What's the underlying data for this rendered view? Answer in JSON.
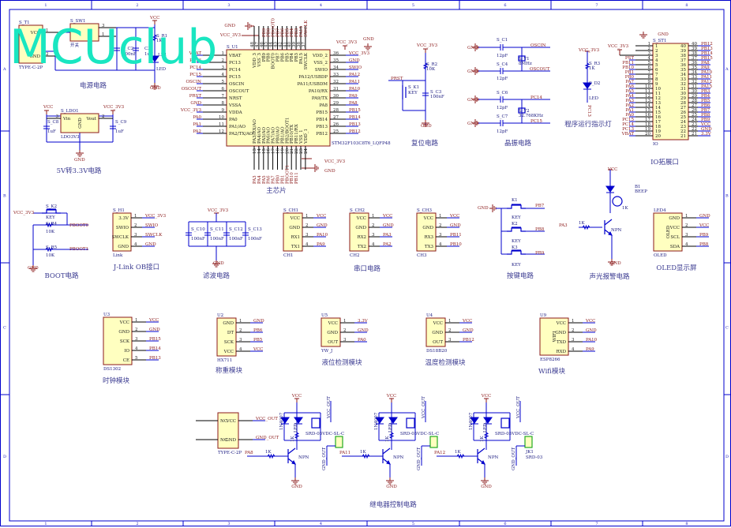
{
  "watermark": "MCUclub",
  "frame": {
    "columns": [
      "1",
      "2",
      "3",
      "4",
      "5",
      "6",
      "7",
      "8"
    ],
    "rows": [
      "A",
      "B",
      "C",
      "D"
    ]
  },
  "colors": {
    "wire": "#0000cc",
    "net": "#8b1a1a",
    "chip_fill": "#ffffc0",
    "watermark": "#19e6c1",
    "title": "#3a3a90"
  },
  "sections": {
    "power": "电源电路",
    "ldo": "5V转3.3V电路",
    "mcu": "主芯片",
    "reset": "复位电路",
    "crystal": "晶振电路",
    "led": "程序运行指示灯",
    "io": "IO拓展口",
    "boot": "BOOT电路",
    "jlink": "J-Link OB接口",
    "filter": "滤波电路",
    "uart": "串口电路",
    "keys": "按键电路",
    "alarm": "声光报警电路",
    "oled": "OLED显示屏",
    "clock": "时钟模块",
    "weight": "称重模块",
    "level": "液位检测模块",
    "temp": "温度检测模块",
    "wifi": "Wifi模块",
    "relay": "继电器控制电路"
  },
  "components": [
    {
      "ref": "S_U1",
      "part": "STM32F103C8T6_LQFP48",
      "left": [
        {
          "pin": "VBAT",
          "num": "1",
          "net": "VBAT"
        },
        {
          "pin": "PC13",
          "num": "2",
          "net": "PC13"
        },
        {
          "pin": "PC14",
          "num": "3",
          "net": "PC14"
        },
        {
          "pin": "PC15",
          "num": "4",
          "net": "PC15"
        },
        {
          "pin": "OSCIN",
          "num": "5",
          "net": "OSCIN"
        },
        {
          "pin": "OSCOUT",
          "num": "6",
          "net": "OSCOUT"
        },
        {
          "pin": "NRST",
          "num": "7",
          "net": "PRST"
        },
        {
          "pin": "VSSA",
          "num": "8",
          "net": "GND"
        },
        {
          "pin": "VDDA",
          "num": "9",
          "net": "VCC_3V3"
        },
        {
          "pin": "PA0",
          "num": "10",
          "net": "PA0"
        },
        {
          "pin": "PA1/AO",
          "num": "11",
          "net": "PA1"
        },
        {
          "pin": "PA2/TX/AO",
          "num": "12",
          "net": "PA2"
        }
      ],
      "right": [
        {
          "pin": "VDD_2",
          "num": "36",
          "net": "VCC_3V3"
        },
        {
          "pin": "VSS_2",
          "num": "35",
          "net": "GND"
        },
        {
          "pin": "SWIO",
          "num": "34",
          "net": "SWIO"
        },
        {
          "pin": "PA12/USBDP",
          "num": "33",
          "net": "PA12"
        },
        {
          "pin": "PA11/USBDM",
          "num": "32",
          "net": "PA11"
        },
        {
          "pin": "PA10/RX",
          "num": "31",
          "net": "PA10"
        },
        {
          "pin": "PA9/TX",
          "num": "30",
          "net": "PA9"
        },
        {
          "pin": "PA8",
          "num": "29",
          "net": "PA8"
        },
        {
          "pin": "PB15",
          "num": "28",
          "net": "PB15"
        },
        {
          "pin": "PB14",
          "num": "27",
          "net": "PB14"
        },
        {
          "pin": "PB13",
          "num": "26",
          "net": "PB13"
        },
        {
          "pin": "PB12",
          "num": "25",
          "net": "PB12"
        }
      ],
      "top": [
        {
          "pin": "VDD_3",
          "num": "48",
          "net": ""
        },
        {
          "pin": "VSS_3",
          "num": "47",
          "net": ""
        },
        {
          "pin": "PB9",
          "num": "46",
          "net": "PB9"
        },
        {
          "pin": "PB8",
          "num": "45",
          "net": "PB8"
        },
        {
          "pin": "BOOT0",
          "num": "44",
          "net": "PBOOT0"
        },
        {
          "pin": "PB7",
          "num": "43",
          "net": "PB7"
        },
        {
          "pin": "PB6",
          "num": "42",
          "net": "PB6"
        },
        {
          "pin": "PB5",
          "num": "41",
          "net": "PB5"
        },
        {
          "pin": "PB4",
          "num": "40",
          "net": "PB4"
        },
        {
          "pin": "PB3",
          "num": "39",
          "net": "PB3"
        },
        {
          "pin": "PA15",
          "num": "38",
          "net": "PA15"
        },
        {
          "pin": "SWCLK",
          "num": "37",
          "net": "SWCLK"
        }
      ],
      "bottom": [
        {
          "pin": "PA3/RX/AO",
          "num": "13",
          "net": "PA3"
        },
        {
          "pin": "PA4/AO",
          "num": "14",
          "net": "PA4"
        },
        {
          "pin": "PA5/AO",
          "num": "15",
          "net": "PA5"
        },
        {
          "pin": "PA6/AO",
          "num": "16",
          "net": "PA6"
        },
        {
          "pin": "PA7/AO",
          "num": "17",
          "net": "PA7"
        },
        {
          "pin": "PB0/AO",
          "num": "18",
          "net": "PB0"
        },
        {
          "pin": "PB1/AO",
          "num": "19",
          "net": "PB1"
        },
        {
          "pin": "PB2/BOOT1",
          "num": "20",
          "net": "PBOOT1"
        },
        {
          "pin": "PB10/TX",
          "num": "21",
          "net": "PB10"
        },
        {
          "pin": "PB11/RX",
          "num": "22",
          "net": "PB11"
        },
        {
          "pin": "VSS_1",
          "num": "23",
          "net": ""
        },
        {
          "pin": "VDD_1",
          "num": "24",
          "net": ""
        }
      ],
      "extra": [
        "GND",
        "VCC_3V3",
        "VCC_3V3",
        "GND",
        "VCC_3V3",
        "GND"
      ]
    },
    {
      "ref": "S_ST1",
      "part": "IO",
      "left": [
        {
          "pin": "1",
          "num": "1",
          "net": ""
        },
        {
          "pin": "2",
          "num": "2",
          "net": ""
        },
        {
          "pin": "3",
          "num": "3",
          "net": ""
        },
        {
          "pin": "4",
          "num": "4",
          "net": "PST"
        },
        {
          "pin": "5",
          "num": "5",
          "net": "PB11"
        },
        {
          "pin": "6",
          "num": "6",
          "net": "PB10"
        },
        {
          "pin": "7",
          "num": "7",
          "net": "PB1"
        },
        {
          "pin": "8",
          "num": "8",
          "net": "PB0"
        },
        {
          "pin": "9",
          "num": "9",
          "net": "PA7"
        },
        {
          "pin": "10",
          "num": "10",
          "net": "PA6"
        },
        {
          "pin": "11",
          "num": "11",
          "net": "PA5"
        },
        {
          "pin": "12",
          "num": "12",
          "net": "PA4"
        },
        {
          "pin": "13",
          "num": "13",
          "net": "PA3"
        },
        {
          "pin": "14",
          "num": "14",
          "net": "PA2"
        },
        {
          "pin": "15",
          "num": "15",
          "net": "PA1"
        },
        {
          "pin": "16",
          "num": "16",
          "net": "PA0"
        },
        {
          "pin": "17",
          "num": "17",
          "net": "PC15"
        },
        {
          "pin": "18",
          "num": "18",
          "net": "PC14"
        },
        {
          "pin": "19",
          "num": "19",
          "net": "PC13"
        },
        {
          "pin": "20",
          "num": "20",
          "net": "VBAT"
        }
      ],
      "right": [
        {
          "pin": "40",
          "num": "40",
          "net": "PB12"
        },
        {
          "pin": "39",
          "num": "39",
          "net": "PB13"
        },
        {
          "pin": "38",
          "num": "38",
          "net": "PB14"
        },
        {
          "pin": "37",
          "num": "37",
          "net": "PB15"
        },
        {
          "pin": "36",
          "num": "36",
          "net": "PA8"
        },
        {
          "pin": "35",
          "num": "35",
          "net": "PA9"
        },
        {
          "pin": "34",
          "num": "34",
          "net": "PA10"
        },
        {
          "pin": "33",
          "num": "33",
          "net": "PA11"
        },
        {
          "pin": "32",
          "num": "32",
          "net": "PA12"
        },
        {
          "pin": "31",
          "num": "31",
          "net": "PA15"
        },
        {
          "pin": "30",
          "num": "30",
          "net": "PB3"
        },
        {
          "pin": "29",
          "num": "29",
          "net": "PB4"
        },
        {
          "pin": "28",
          "num": "28",
          "net": "PB5"
        },
        {
          "pin": "27",
          "num": "27",
          "net": "PB6"
        },
        {
          "pin": "26",
          "num": "26",
          "net": "PB7"
        },
        {
          "pin": "25",
          "num": "25",
          "net": "PB8"
        },
        {
          "pin": "24",
          "num": "24",
          "net": "PB9"
        },
        {
          "pin": "23",
          "num": "23",
          "net": "VCC"
        },
        {
          "pin": "22",
          "num": "22",
          "net": "GND"
        },
        {
          "pin": "21",
          "num": "21",
          "net": "3.3V"
        }
      ],
      "extra": [
        "GND",
        "VCC_3V3"
      ]
    },
    {
      "ref": "S_H1",
      "part": "Link",
      "right": [
        {
          "pin": "3.3V",
          "num": "1",
          "net": "VCC_3V3"
        },
        {
          "pin": "SWIO",
          "num": "2",
          "net": "SWIO"
        },
        {
          "pin": "SWCLK",
          "num": "3",
          "net": "SWCLK"
        },
        {
          "pin": "GND",
          "num": "4",
          "net": "GND"
        }
      ]
    },
    {
      "ref": "S_CH1",
      "part": "CH1",
      "right": [
        {
          "pin": "VCC",
          "num": "1",
          "net": "VCC"
        },
        {
          "pin": "GND",
          "num": "2",
          "net": "GND"
        },
        {
          "pin": "RX1",
          "num": "3",
          "net": "PA10"
        },
        {
          "pin": "TX1",
          "num": "4",
          "net": "PA9"
        }
      ]
    },
    {
      "ref": "S_CH2",
      "part": "CH2",
      "right": [
        {
          "pin": "VCC",
          "num": "1",
          "net": "VCC"
        },
        {
          "pin": "GND",
          "num": "2",
          "net": "GND"
        },
        {
          "pin": "RX2",
          "num": "3",
          "net": "PA3"
        },
        {
          "pin": "TX2",
          "num": "4",
          "net": "PA2"
        }
      ]
    },
    {
      "ref": "S_CH3",
      "part": "CH3",
      "right": [
        {
          "pin": "VCC",
          "num": "1",
          "net": "VCC"
        },
        {
          "pin": "GND",
          "num": "2",
          "net": "GND"
        },
        {
          "pin": "RX3",
          "num": "3",
          "net": "PB11"
        },
        {
          "pin": "TX3",
          "num": "4",
          "net": "PB10"
        }
      ]
    },
    {
      "ref": "LED4",
      "part": "OLED",
      "inner": "OLED",
      "right": [
        {
          "pin": "GND",
          "num": "1",
          "net": "GND"
        },
        {
          "pin": "VCC",
          "num": "2",
          "net": "VCC"
        },
        {
          "pin": "SCL",
          "num": "3",
          "net": "PB9"
        },
        {
          "pin": "SDA",
          "num": "4",
          "net": "PB8"
        }
      ]
    },
    {
      "ref": "U3",
      "part": "DS1302",
      "right": [
        {
          "pin": "VCC",
          "num": "1",
          "net": "VCC"
        },
        {
          "pin": "GND",
          "num": "2",
          "net": "GND"
        },
        {
          "pin": "SCK",
          "num": "3",
          "net": "PB15"
        },
        {
          "pin": "IO",
          "num": "4",
          "net": "PB14"
        },
        {
          "pin": "CE",
          "num": "5",
          "net": "PB13"
        }
      ]
    },
    {
      "ref": "U2",
      "part": "HX711",
      "right": [
        {
          "pin": "GND",
          "num": "1",
          "net": "GND"
        },
        {
          "pin": "DT",
          "num": "2",
          "net": "PB6"
        },
        {
          "pin": "SCK",
          "num": "3",
          "net": "PB5"
        },
        {
          "pin": "VCC",
          "num": "4",
          "net": "VCC"
        }
      ]
    },
    {
      "ref": "U5",
      "part": "YW_J",
      "right": [
        {
          "pin": "VCC",
          "num": "1",
          "net": "3.3V"
        },
        {
          "pin": "GND",
          "num": "2",
          "net": "GND"
        },
        {
          "pin": "OUT",
          "num": "3",
          "net": "PA0"
        }
      ]
    },
    {
      "ref": "U4",
      "part": "DS18B20",
      "right": [
        {
          "pin": "VCC",
          "num": "1",
          "net": "VCC"
        },
        {
          "pin": "GND",
          "num": "2",
          "net": "GND"
        },
        {
          "pin": "OUT",
          "num": "3",
          "net": "PB12"
        }
      ]
    },
    {
      "ref": "U9",
      "part": "ESP8266",
      "inner": "WIFI",
      "right": [
        {
          "pin": "VCC",
          "num": "1",
          "net": "VCC"
        },
        {
          "pin": "GND",
          "num": "2",
          "net": "GND"
        },
        {
          "pin": "TXD",
          "num": "3",
          "net": "PA10"
        },
        {
          "pin": "RXD",
          "num": "4",
          "net": "PA9"
        }
      ]
    },
    {
      "ref": "S_LDO1",
      "part": "LDO3V3",
      "left": [
        {
          "pin": "Vin",
          "num": "3",
          "net": ""
        }
      ],
      "right": [
        {
          "pin": "Vout",
          "num": "2",
          "net": ""
        }
      ],
      "inner": "GND"
    },
    {
      "ref": "",
      "part": "TYPE-C-2P",
      "left": [
        {
          "pin": "NC",
          "num": "",
          "net": ""
        },
        {
          "pin": "NC",
          "num": "",
          "net": ""
        }
      ],
      "right": [
        {
          "pin": "VCC",
          "num": "",
          "net": "VCC_OUT"
        },
        {
          "pin": "GND",
          "num": "",
          "net": "GND_OUT"
        }
      ]
    },
    {
      "ref": "S_T1",
      "part": "TYPE-C-2P",
      "right": [
        {
          "pin": "VCC",
          "num": "1",
          "net": ""
        },
        {
          "pin": "GND",
          "num": "2",
          "net": ""
        }
      ]
    },
    {
      "ref": "S_SW1",
      "part": "开关",
      "right": [
        {
          "pin": "",
          "num": "3",
          "net": ""
        },
        {
          "pin": "",
          "num": "1",
          "net": ""
        }
      ]
    }
  ],
  "labels": {
    "power": [
      "VCC",
      "S_R1",
      "1K",
      "S_C2",
      "100nF",
      "C3",
      "1uF",
      "LD1",
      "LED",
      "GND"
    ],
    "ldo": [
      "VCC",
      "VCC_3V3",
      "S_C8",
      "1uF",
      "S_C9",
      "1uF",
      "GND"
    ],
    "reset": [
      "VCC_3V3",
      "S_R2",
      "10K",
      "PRST",
      "S_K1",
      "KEY",
      "S_C3",
      "100nF",
      "GND"
    ],
    "crystal": [
      "GND",
      "S_C1",
      "12pF",
      "OSCIN",
      "S_Y1",
      "8MHz",
      "GND",
      "S_C4",
      "12pF",
      "OSCOUT",
      "GND",
      "S_C6",
      "12pF",
      "PC14",
      "S_Y2",
      "32.768KHz",
      "GND",
      "S_C7",
      "12pF",
      "PC15"
    ],
    "led": [
      "VCC_3V3",
      "S_R3",
      "1K",
      "S_D2",
      "LED",
      "PC13"
    ],
    "boot": [
      "VCC_3V3",
      "S_K2",
      "KEY",
      "S_R4",
      "10K",
      "PBOOT0",
      "S_R5",
      "10K",
      "PBOOT1",
      "GND"
    ],
    "filter": [
      "VCC_3V3",
      "S_C10",
      "100nF",
      "S_C11",
      "100nF",
      "S_C12",
      "100nF",
      "S_C13",
      "100nF",
      "GND"
    ],
    "keys": [
      "GND",
      "K1",
      "KEY",
      "PB7",
      "K2",
      "KEY",
      "PB8",
      "K3",
      "KEY",
      "PB9"
    ],
    "alarm": [
      "VCC",
      "B1",
      "BEEP",
      "PA3",
      "1K",
      "NPN",
      "GND",
      "1K"
    ],
    "relay": [
      {
        "vcc": "VCC",
        "relay": "SRD-05VDC-SL-C",
        "vout": "VCC_OUT",
        "gout": "GND_OUT",
        "input": "PA8",
        "res": "1K",
        "npn": "NPN",
        "gnd": "GND",
        "diode": "1N4007",
        "led": "LED",
        "rled": "1K"
      },
      {
        "vcc": "VCC",
        "relay": "SRD-05VDC-SL-C",
        "vout": "VCC_OUT",
        "gout": "GND_OUT",
        "input": "PA11",
        "res": "1K",
        "npn": "NPN",
        "gnd": "GND",
        "diode": "1N4007",
        "led": "LED",
        "rled": "1K"
      },
      {
        "vcc": "VCC",
        "relay": "SRD-05VDC-SL-C",
        "vout": "VCC_OUT",
        "gout": "GND_OUT",
        "input": "PA12",
        "res": "1K",
        "npn": "NPN",
        "gnd": "GND",
        "diode": "1N4007",
        "led": "LED",
        "rled": "1K"
      }
    ],
    "relay_last": [
      "JK1",
      "SRD-03"
    ]
  }
}
